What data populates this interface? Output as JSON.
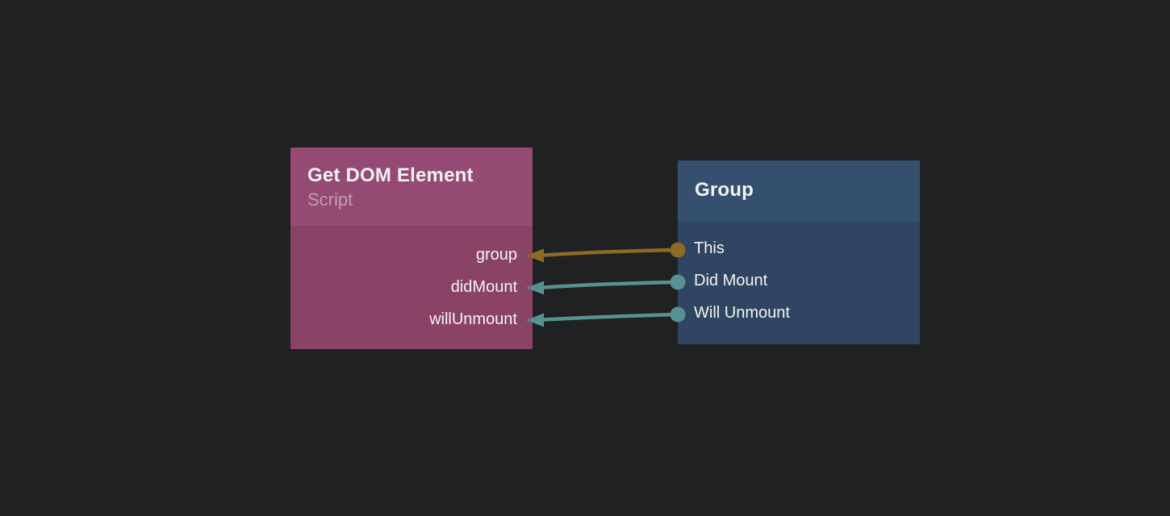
{
  "editor": {
    "background_color": "#202122",
    "nodes": [
      {
        "title": "Get DOM Element",
        "subtitle": "Script",
        "header_color": "#944a73",
        "body_color": "#8a4267",
        "inputs": [
          {
            "label": "group",
            "connector_color": "#8d6a25"
          },
          {
            "label": "didMount",
            "connector_color": "#569290"
          },
          {
            "label": "willUnmount",
            "connector_color": "#569290"
          }
        ]
      },
      {
        "title": "Group",
        "header_color": "#35506e",
        "body_color": "#2f4561",
        "outputs": [
          {
            "label": "This",
            "connector_color": "#8d6a25"
          },
          {
            "label": "Did Mount",
            "connector_color": "#569290"
          },
          {
            "label": "Will Unmount",
            "connector_color": "#569290"
          }
        ]
      }
    ],
    "wires": [
      {
        "from": "Group / This",
        "to": "Get DOM Element / group",
        "color": "#8d6a25"
      },
      {
        "from": "Group / Did Mount",
        "to": "Get DOM Element / didMount",
        "color": "#569290"
      },
      {
        "from": "Group / Will Unmount",
        "to": "Get DOM Element / willUnmount",
        "color": "#569290"
      }
    ]
  }
}
